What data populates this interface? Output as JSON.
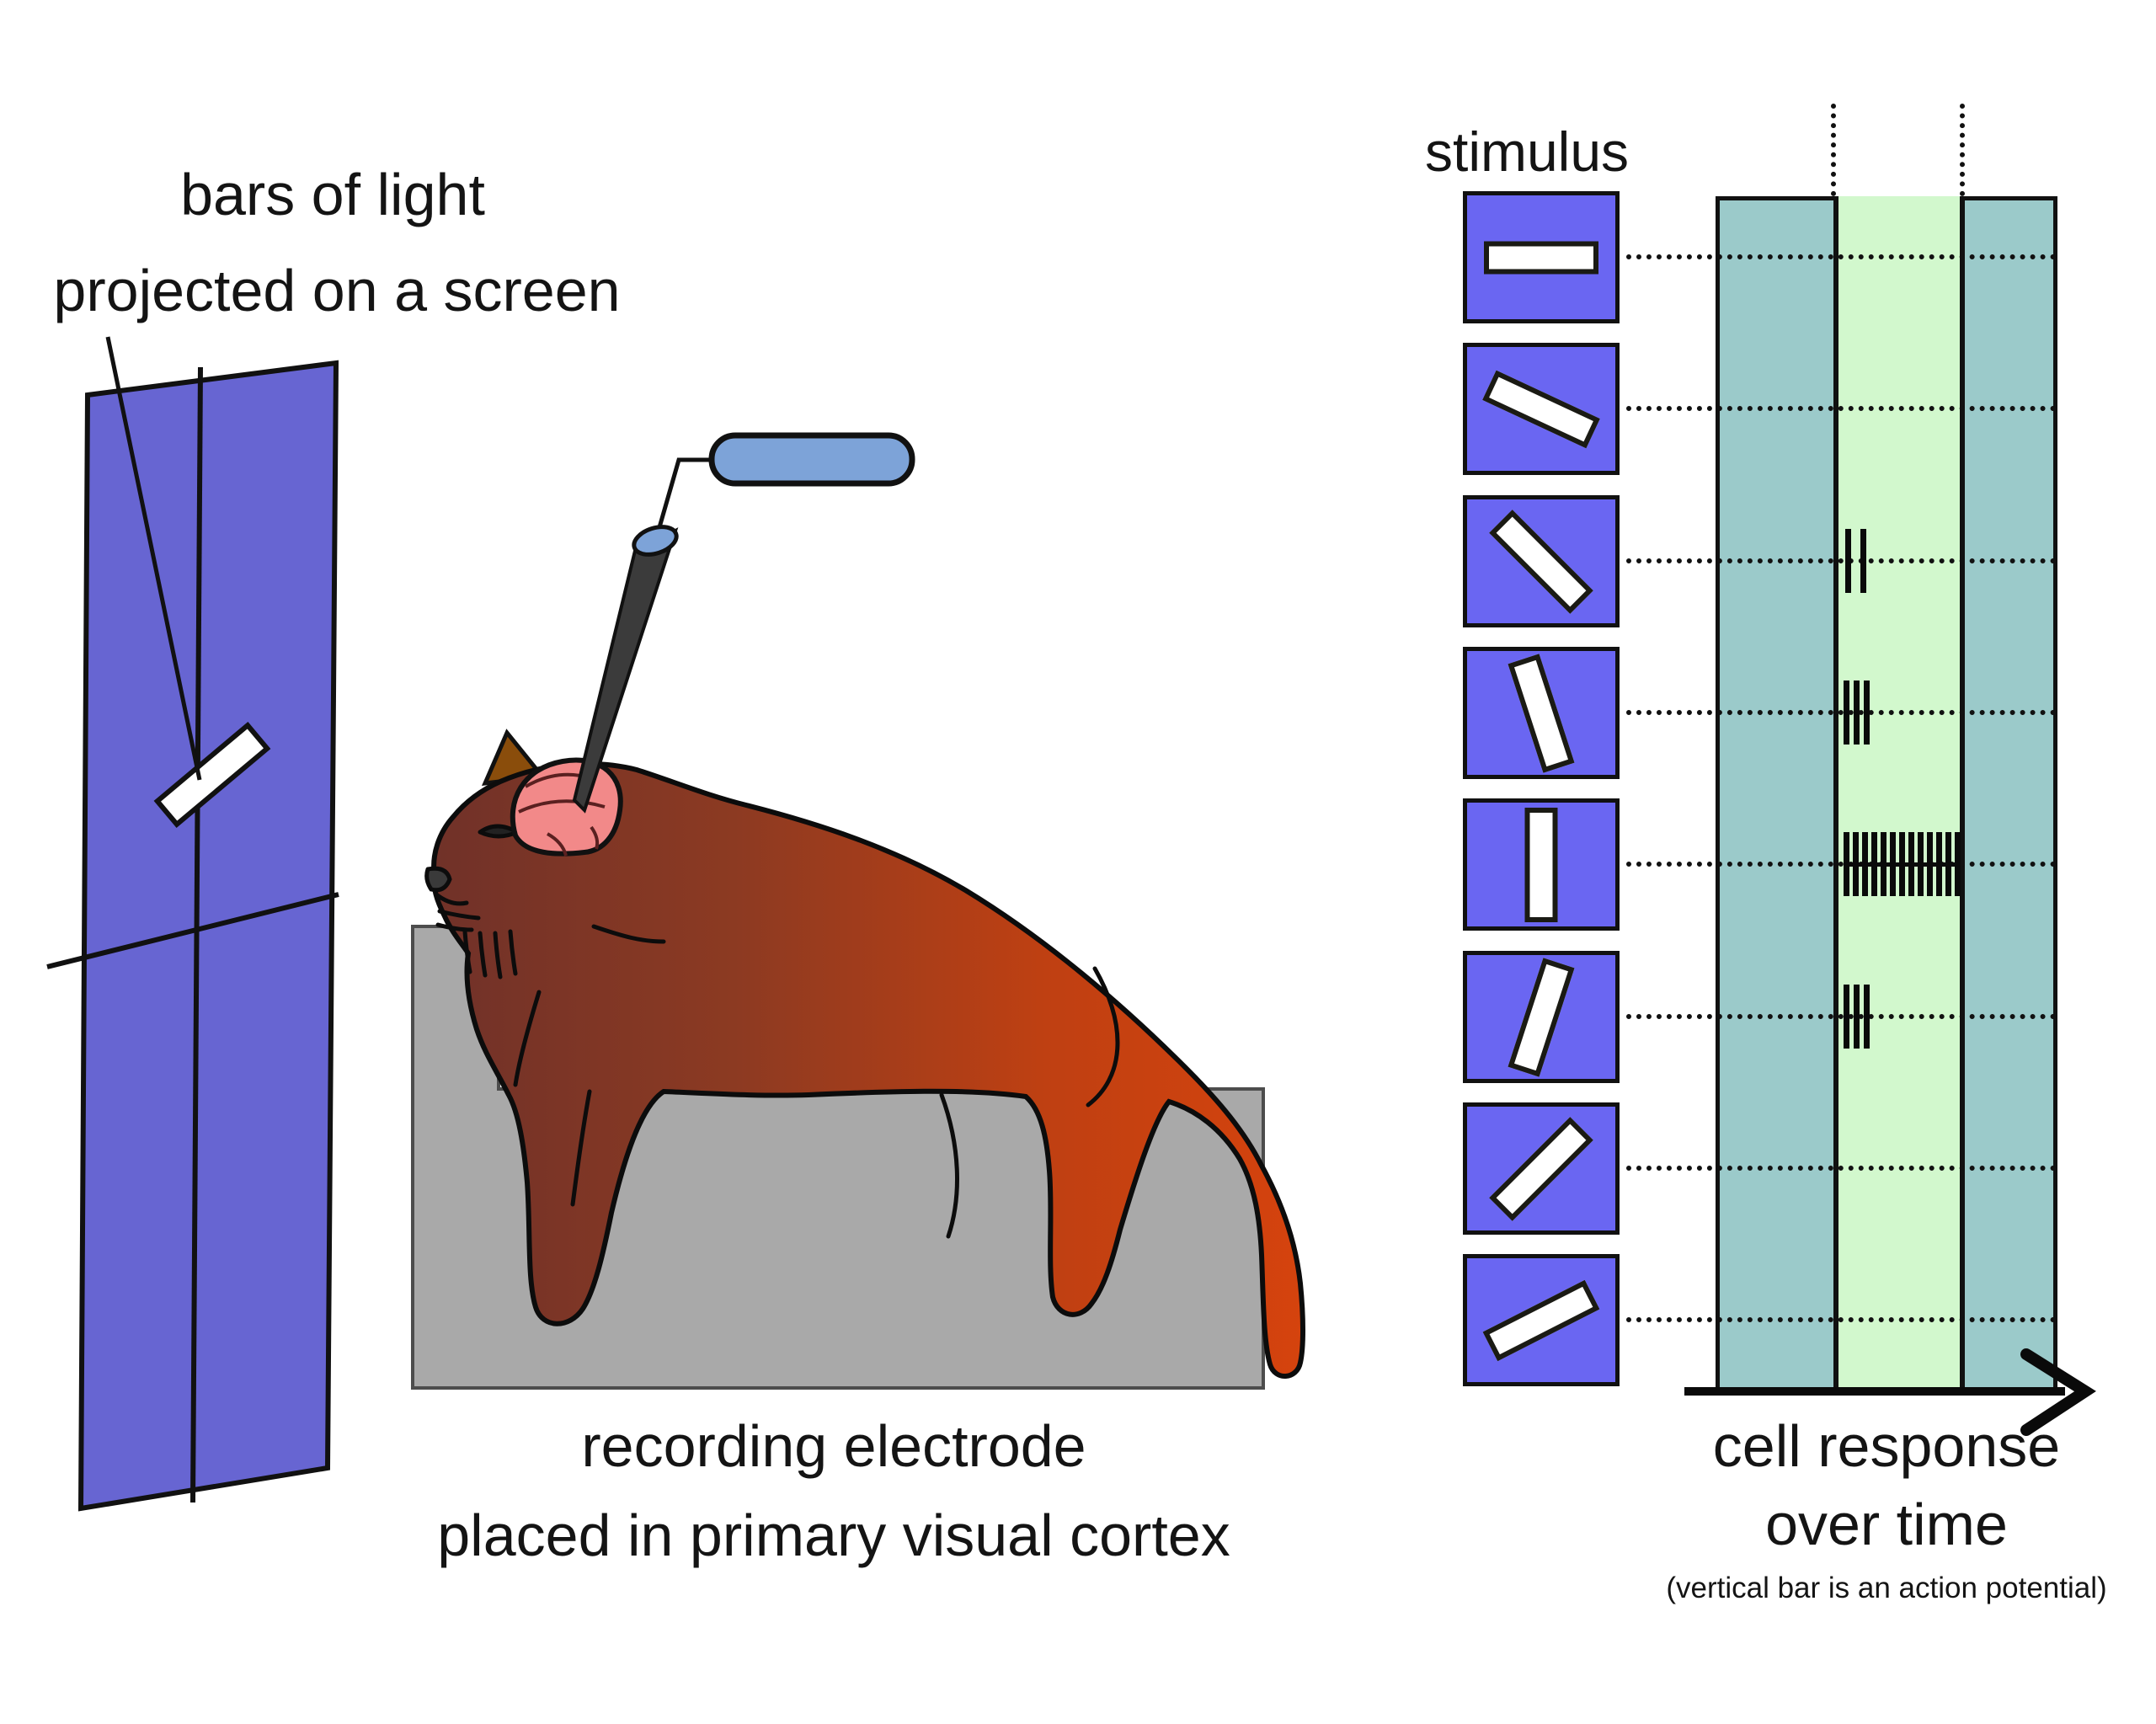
{
  "labels": {
    "screen_caption_line1": "bars of light",
    "screen_caption_line2": "projected on a screen",
    "electrode_caption_line1": "recording electrode",
    "electrode_caption_line2": "placed in primary visual cortex",
    "stimulus_label": "stimulus",
    "response_caption_line1": "cell response",
    "response_caption_line2": "over time",
    "response_note": "(vertical bar is an action potential)"
  },
  "stimulus": {
    "rows": [
      {
        "orientation_deg": 0,
        "spike_count": 0
      },
      {
        "orientation_deg": 25,
        "spike_count": 0
      },
      {
        "orientation_deg": 45,
        "spike_count": 2
      },
      {
        "orientation_deg": 72,
        "spike_count": 3
      },
      {
        "orientation_deg": 90,
        "spike_count": 13
      },
      {
        "orientation_deg": -72,
        "spike_count": 3
      },
      {
        "orientation_deg": -45,
        "spike_count": 0
      },
      {
        "orientation_deg": -27,
        "spike_count": 0
      }
    ]
  },
  "chart_data": {
    "type": "raster",
    "title": "stimulus",
    "xlabel": "cell response over time",
    "annotation": "(vertical bar is an action potential)",
    "categories": [
      0,
      25,
      45,
      72,
      90,
      -72,
      -45,
      -27
    ],
    "series": [
      {
        "name": "action potentials per stimulus orientation",
        "values": [
          0,
          0,
          2,
          3,
          13,
          3,
          0,
          0
        ]
      }
    ],
    "legend": false,
    "grid": "dotted horizontal rows"
  },
  "colors": {
    "screen_blue": "#6765d2",
    "stimulus_square_blue": "#6a66f2",
    "bar_white": "#ffffff",
    "chart_teal": "#9bcaca",
    "chart_green": "#d2f8cd",
    "cat_front_brown": "#6f3129",
    "cat_rear_orange": "#d6430d",
    "brain_pink": "#f28989",
    "ear_brown": "#8a4d0b",
    "table_gray": "#a9a9a9",
    "electrode_blue": "#7da3d8",
    "electrode_cone_dark": "#3b3b3b",
    "ink_black": "#111111"
  },
  "icons": {
    "time_axis_arrow": "right-arrow"
  }
}
